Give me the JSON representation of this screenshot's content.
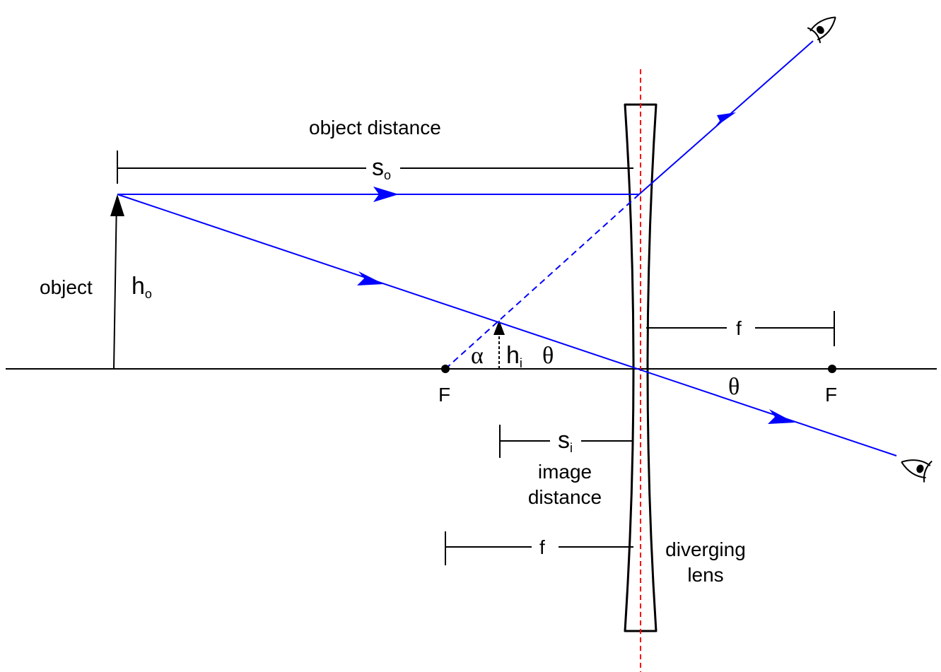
{
  "labels": {
    "object_distance": "object distance",
    "object": "object",
    "image_distance_line1": "image",
    "image_distance_line2": "distance",
    "diverging_line1": "diverging",
    "diverging_line2": "lens",
    "focal_left": "F",
    "focal_right": "F",
    "focal_length_top": "f",
    "focal_length_bottom": "f",
    "alpha": "α",
    "theta_top": "θ",
    "theta_bottom": "θ",
    "s_o": {
      "main": "s",
      "sub": "o"
    },
    "s_i": {
      "main": "s",
      "sub": "i"
    },
    "h_o": {
      "main": "h",
      "sub": "o"
    },
    "h_i": {
      "main": "h",
      "sub": "i"
    }
  },
  "icons": [
    "eye-icon",
    "eye-icon"
  ],
  "colors": {
    "ray": "#0000ff",
    "axis": "#000000",
    "lens_axis": "#ff0000"
  }
}
